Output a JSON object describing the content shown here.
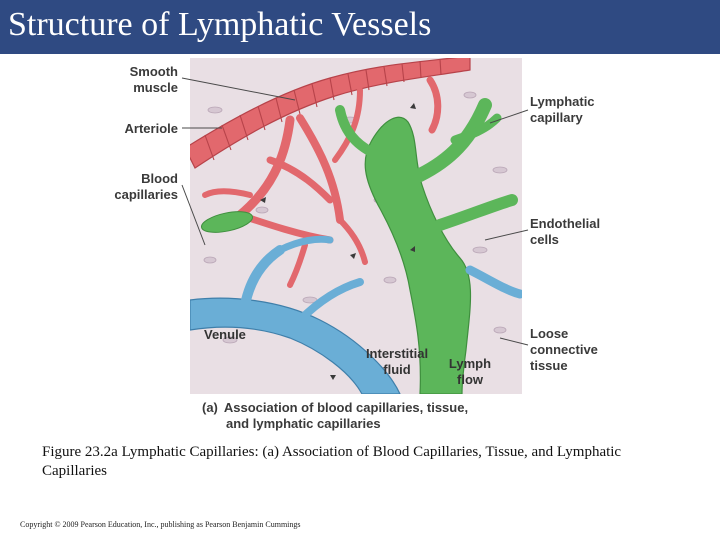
{
  "slide": {
    "title": "Structure of Lymphatic Vessels"
  },
  "figure": {
    "labels_left": {
      "smooth_muscle_1": "Smooth",
      "smooth_muscle_2": "muscle",
      "arteriole": "Arteriole",
      "blood_capillaries_1": "Blood",
      "blood_capillaries_2": "capillaries"
    },
    "labels_right": {
      "lymphatic_capillary_1": "Lymphatic",
      "lymphatic_capillary_2": "capillary",
      "endothelial_cells_1": "Endothelial",
      "endothelial_cells_2": "cells",
      "loose_connective_1": "Loose",
      "loose_connective_2": "connective",
      "loose_connective_3": "tissue"
    },
    "labels_inside": {
      "venule": "Venule",
      "interstitial_1": "Interstitial",
      "interstitial_2": "fluid",
      "lymph_flow_1": "Lymph",
      "lymph_flow_2": "flow"
    },
    "subcaption_label": "(a)",
    "subcaption_line1": "Association of blood capillaries, tissue,",
    "subcaption_line2": "and lymphatic capillaries"
  },
  "caption": "Figure 23.2a Lymphatic Capillaries: (a) Association of Blood Capillaries, Tissue, and Lymphatic Capillaries",
  "copyright": "Copyright © 2009 Pearson Education, Inc., publishing as Pearson Benjamin Cummings",
  "colors": {
    "title_bar": "#2f4a82",
    "tissue": "#e9dfe4",
    "artery": "#e2686d",
    "lymph": "#5cb65a",
    "vein": "#6aaed6"
  }
}
